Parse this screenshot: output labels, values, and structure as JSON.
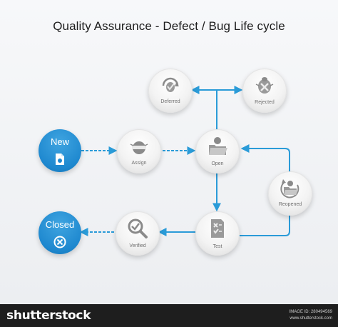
{
  "title": "Quality Assurance - Defect / Bug Life cycle",
  "nodes": {
    "new": "New",
    "assign": "Assign",
    "open": "Open",
    "deferred": "Deferred",
    "rejected": "Rejected",
    "reopened": "Reopened",
    "test": "Test",
    "verified": "Verified",
    "closed": "Closed"
  },
  "footer": {
    "brand": "shutterstock",
    "image_id": "IMAGE ID: 280494569",
    "site": "www.shutterstock.com"
  },
  "colors": {
    "accent": "#1e88cf",
    "arrow": "#2a9bd8",
    "footer_bg": "#1e1e1e"
  }
}
